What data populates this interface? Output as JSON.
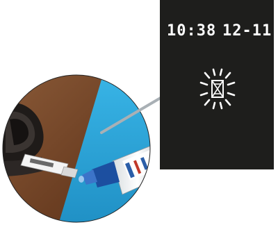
{
  "display": {
    "time": "10:38",
    "date": "12-11",
    "status_icon": "hourglass-icon",
    "background": "#1e1e1c",
    "text_color": "#ffffff"
  },
  "illustration": {
    "scene": "test-strip-and-control-solution-drop",
    "colors": {
      "wood": "#7a4a2c",
      "blue_surface": "#2aa3d8",
      "meter_body": "#2a2624",
      "arrow": "#a9b0b5"
    }
  }
}
